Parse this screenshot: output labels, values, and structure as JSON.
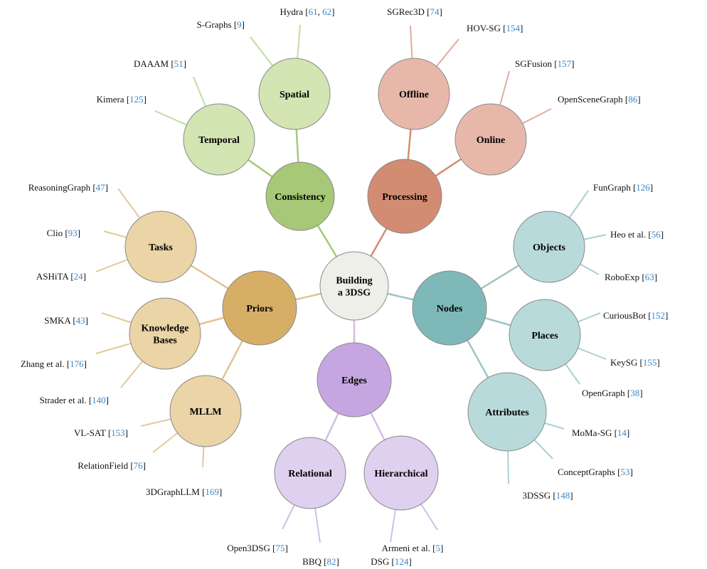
{
  "center": {
    "lines": [
      "Building",
      "a 3DSG"
    ],
    "color": "#efefea"
  },
  "groups": [
    {
      "id": "consistency",
      "lines": [
        "Consistency"
      ],
      "color": "#a7c876",
      "line_color": "#a7c876",
      "children": [
        {
          "id": "spatial",
          "lines": [
            "Spatial"
          ],
          "color": "#d2e5b2",
          "line_color": "#c3dca0",
          "leaves": [
            {
              "id": "s-graphs",
              "text": "S-Graphs [",
              "cites": [
                "9"
              ],
              "end": "]"
            },
            {
              "id": "hydra",
              "text": "Hydra [",
              "cites": [
                "61",
                "62"
              ],
              "end": "]"
            }
          ]
        },
        {
          "id": "temporal",
          "lines": [
            "Temporal"
          ],
          "color": "#d2e5b2",
          "line_color": "#c3dca0",
          "leaves": [
            {
              "id": "kimera",
              "text": "Kimera [",
              "cites": [
                "125"
              ],
              "end": "]"
            },
            {
              "id": "daaam",
              "text": "DAAAM [",
              "cites": [
                "51"
              ],
              "end": "]"
            }
          ]
        }
      ]
    },
    {
      "id": "processing",
      "lines": [
        "Processing"
      ],
      "color": "#d28c72",
      "line_color": "#d28c72",
      "children": [
        {
          "id": "offline",
          "lines": [
            "Offline"
          ],
          "color": "#e7b8a9",
          "line_color": "#e0ae9e",
          "leaves": [
            {
              "id": "sgrec3d",
              "text": "SGRec3D [",
              "cites": [
                "74"
              ],
              "end": "]"
            },
            {
              "id": "hov-sg",
              "text": "HOV-SG [",
              "cites": [
                "154"
              ],
              "end": "]"
            }
          ]
        },
        {
          "id": "online",
          "lines": [
            "Online"
          ],
          "color": "#e7b8a9",
          "line_color": "#e0ae9e",
          "leaves": [
            {
              "id": "sgfusion",
              "text": "SGFusion [",
              "cites": [
                "157"
              ],
              "end": "]"
            },
            {
              "id": "openscenegraph",
              "text": "OpenSceneGraph [",
              "cites": [
                "86"
              ],
              "end": "]"
            }
          ]
        }
      ]
    },
    {
      "id": "nodes",
      "lines": [
        "Nodes"
      ],
      "color": "#7fb8b8",
      "line_color": "#9cc6c6",
      "children": [
        {
          "id": "objects",
          "lines": [
            "Objects"
          ],
          "color": "#b8dadb",
          "line_color": "#a9d1d2",
          "leaves": [
            {
              "id": "fungraph",
              "text": "FunGraph [",
              "cites": [
                "126"
              ],
              "end": "]"
            },
            {
              "id": "heo",
              "text": "Heo et al. [",
              "cites": [
                "56"
              ],
              "end": "]"
            },
            {
              "id": "roboexp",
              "text": "RoboExp [",
              "cites": [
                "63"
              ],
              "end": "]"
            }
          ]
        },
        {
          "id": "places",
          "lines": [
            "Places"
          ],
          "color": "#b8dadb",
          "line_color": "#a9d1d2",
          "leaves": [
            {
              "id": "curiousbot",
              "text": "CuriousBot [",
              "cites": [
                "152"
              ],
              "end": "]"
            },
            {
              "id": "keysg",
              "text": "KeySG [",
              "cites": [
                "155"
              ],
              "end": "]"
            },
            {
              "id": "opengraph",
              "text": "OpenGraph [",
              "cites": [
                "38"
              ],
              "end": "]"
            }
          ]
        },
        {
          "id": "attributes",
          "lines": [
            "Attributes"
          ],
          "color": "#b8dadb",
          "line_color": "#a9d1d2",
          "leaves": [
            {
              "id": "moma-sg",
              "text": "MoMa-SG [",
              "cites": [
                "14"
              ],
              "end": "]"
            },
            {
              "id": "conceptgraphs",
              "text": "ConceptGraphs [",
              "cites": [
                "53"
              ],
              "end": "]"
            },
            {
              "id": "3dssg",
              "text": "3DSSG [",
              "cites": [
                "148"
              ],
              "end": "]"
            }
          ]
        }
      ]
    },
    {
      "id": "edges",
      "lines": [
        "Edges"
      ],
      "color": "#c6a6e0",
      "line_color": "#d3bde6",
      "children": [
        {
          "id": "relational",
          "lines": [
            "Relational"
          ],
          "color": "#dfd0ef",
          "line_color": "#d3bde6",
          "leaves": [
            {
              "id": "open3dsg",
              "text": "Open3DSG [",
              "cites": [
                "75"
              ],
              "end": "]"
            },
            {
              "id": "bbq",
              "text": "BBQ [",
              "cites": [
                "82"
              ],
              "end": "]"
            }
          ]
        },
        {
          "id": "hierarchical",
          "lines": [
            "Hierarchical"
          ],
          "color": "#dfd0ef",
          "line_color": "#d3bde6",
          "leaves": [
            {
              "id": "dsg",
              "text": "DSG [",
              "cites": [
                "124"
              ],
              "end": "]"
            },
            {
              "id": "armeni",
              "text": "Armeni et al. [",
              "cites": [
                "5"
              ],
              "end": "]"
            }
          ]
        }
      ]
    },
    {
      "id": "priors",
      "lines": [
        "Priors"
      ],
      "color": "#d6ae66",
      "line_color": "#e2c48e",
      "children": [
        {
          "id": "tasks",
          "lines": [
            "Tasks"
          ],
          "color": "#ebd4a6",
          "line_color": "#e5c99a",
          "leaves": [
            {
              "id": "reasoninggraph",
              "text": "ReasoningGraph [",
              "cites": [
                "47"
              ],
              "end": "]"
            },
            {
              "id": "clio",
              "text": "Clio [",
              "cites": [
                "93"
              ],
              "end": "]"
            },
            {
              "id": "ashita",
              "text": "ASHiTA [",
              "cites": [
                "24"
              ],
              "end": "]"
            }
          ]
        },
        {
          "id": "knowledge-bases",
          "lines": [
            "Knowledge",
            "Bases"
          ],
          "color": "#ebd4a6",
          "line_color": "#e5c99a",
          "leaves": [
            {
              "id": "smka",
              "text": "SMKA [",
              "cites": [
                "43"
              ],
              "end": "]"
            },
            {
              "id": "zhang",
              "text": "Zhang et al. [",
              "cites": [
                "176"
              ],
              "end": "]"
            },
            {
              "id": "strader",
              "text": "Strader et al. [",
              "cites": [
                "140"
              ],
              "end": "]"
            }
          ]
        },
        {
          "id": "mllm",
          "lines": [
            "MLLM"
          ],
          "color": "#ebd4a6",
          "line_color": "#e5c99a",
          "leaves": [
            {
              "id": "vl-sat",
              "text": "VL-SAT [",
              "cites": [
                "153"
              ],
              "end": "]"
            },
            {
              "id": "relationfield",
              "text": "RelationField [",
              "cites": [
                "76"
              ],
              "end": "]"
            },
            {
              "id": "3dgraphllm",
              "text": "3DGraphLLM [",
              "cites": [
                "169"
              ],
              "end": "]"
            }
          ]
        }
      ]
    }
  ]
}
